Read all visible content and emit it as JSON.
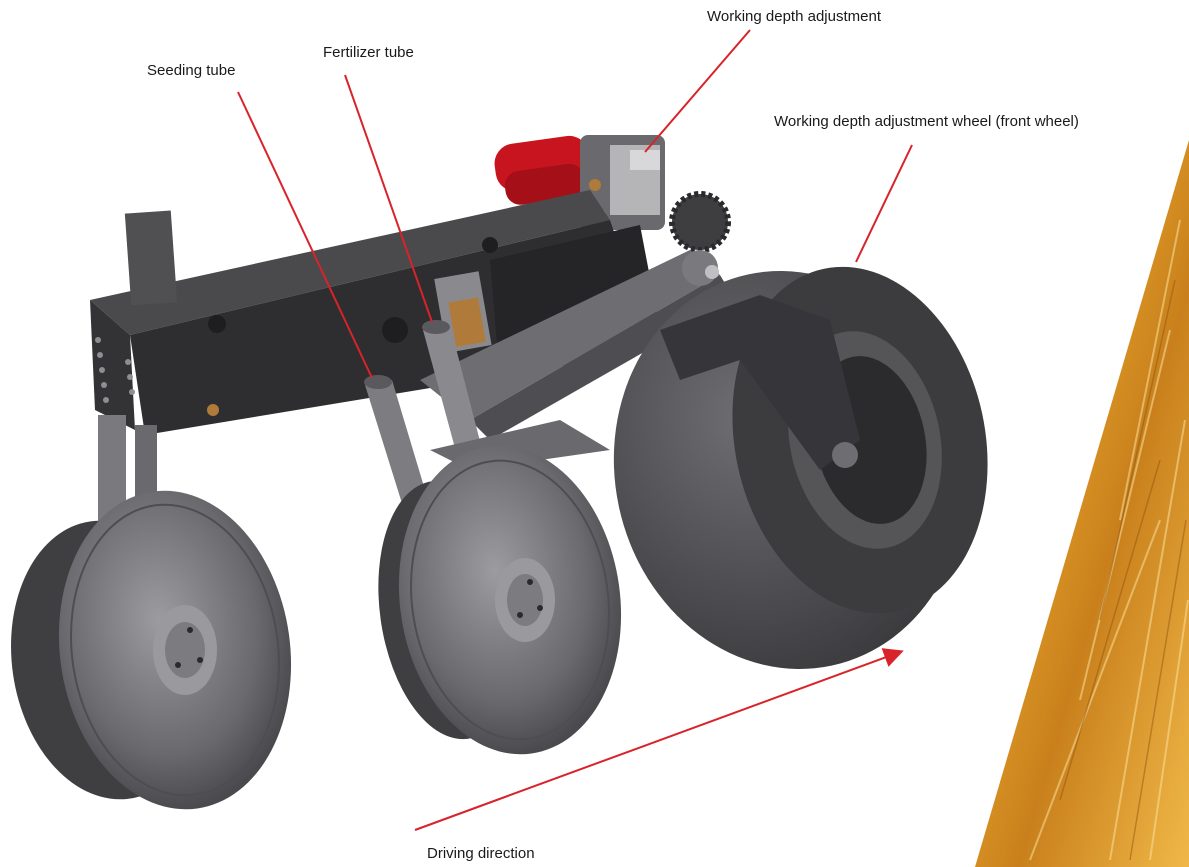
{
  "labels": {
    "seeding_tube": "Seeding tube",
    "fertilizer_tube": "Fertilizer tube",
    "working_depth_adjustment": "Working depth adjustment",
    "working_depth_adjustment_wheel": "Working depth adjustment wheel (front wheel)",
    "driving_direction": "Driving direction"
  },
  "colors": {
    "leader_line": "#d8232a",
    "frame_dark": "#2b2b2d",
    "frame_mid": "#3d3d40",
    "disc_gray": "#5a5a5d",
    "disc_light": "#8c8c90",
    "wheel_gray": "#4a4a4d",
    "hydraulic_red": "#c8141e",
    "brass": "#b07a3a",
    "wheat_gold": "#e2a12a"
  }
}
